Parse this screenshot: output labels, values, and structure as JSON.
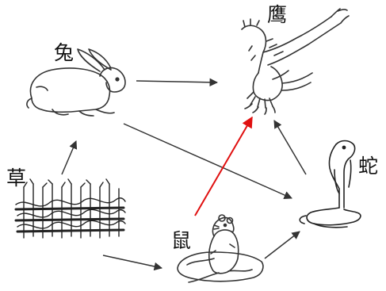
{
  "diagram": {
    "type": "food-web",
    "nodes": {
      "grass": {
        "label": "草"
      },
      "rabbit": {
        "label": "兔"
      },
      "mouse": {
        "label": "鼠"
      },
      "snake": {
        "label": "蛇"
      },
      "eagle": {
        "label": "鹰"
      }
    },
    "edges": [
      {
        "from": "grass",
        "to": "rabbit",
        "color": "#333333"
      },
      {
        "from": "grass",
        "to": "mouse",
        "color": "#333333"
      },
      {
        "from": "rabbit",
        "to": "eagle",
        "color": "#333333"
      },
      {
        "from": "rabbit",
        "to": "snake",
        "color": "#333333"
      },
      {
        "from": "mouse",
        "to": "eagle",
        "color": "#e01010"
      },
      {
        "from": "mouse",
        "to": "snake",
        "color": "#333333"
      },
      {
        "from": "snake",
        "to": "eagle",
        "color": "#333333"
      }
    ]
  }
}
